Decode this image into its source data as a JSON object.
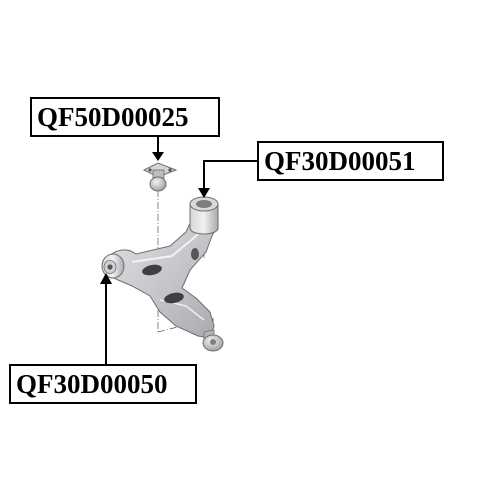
{
  "labels": {
    "ball_joint": "QF50D00025",
    "rear_bushing": "QF30D00051",
    "front_bushing": "QF30D00050"
  }
}
